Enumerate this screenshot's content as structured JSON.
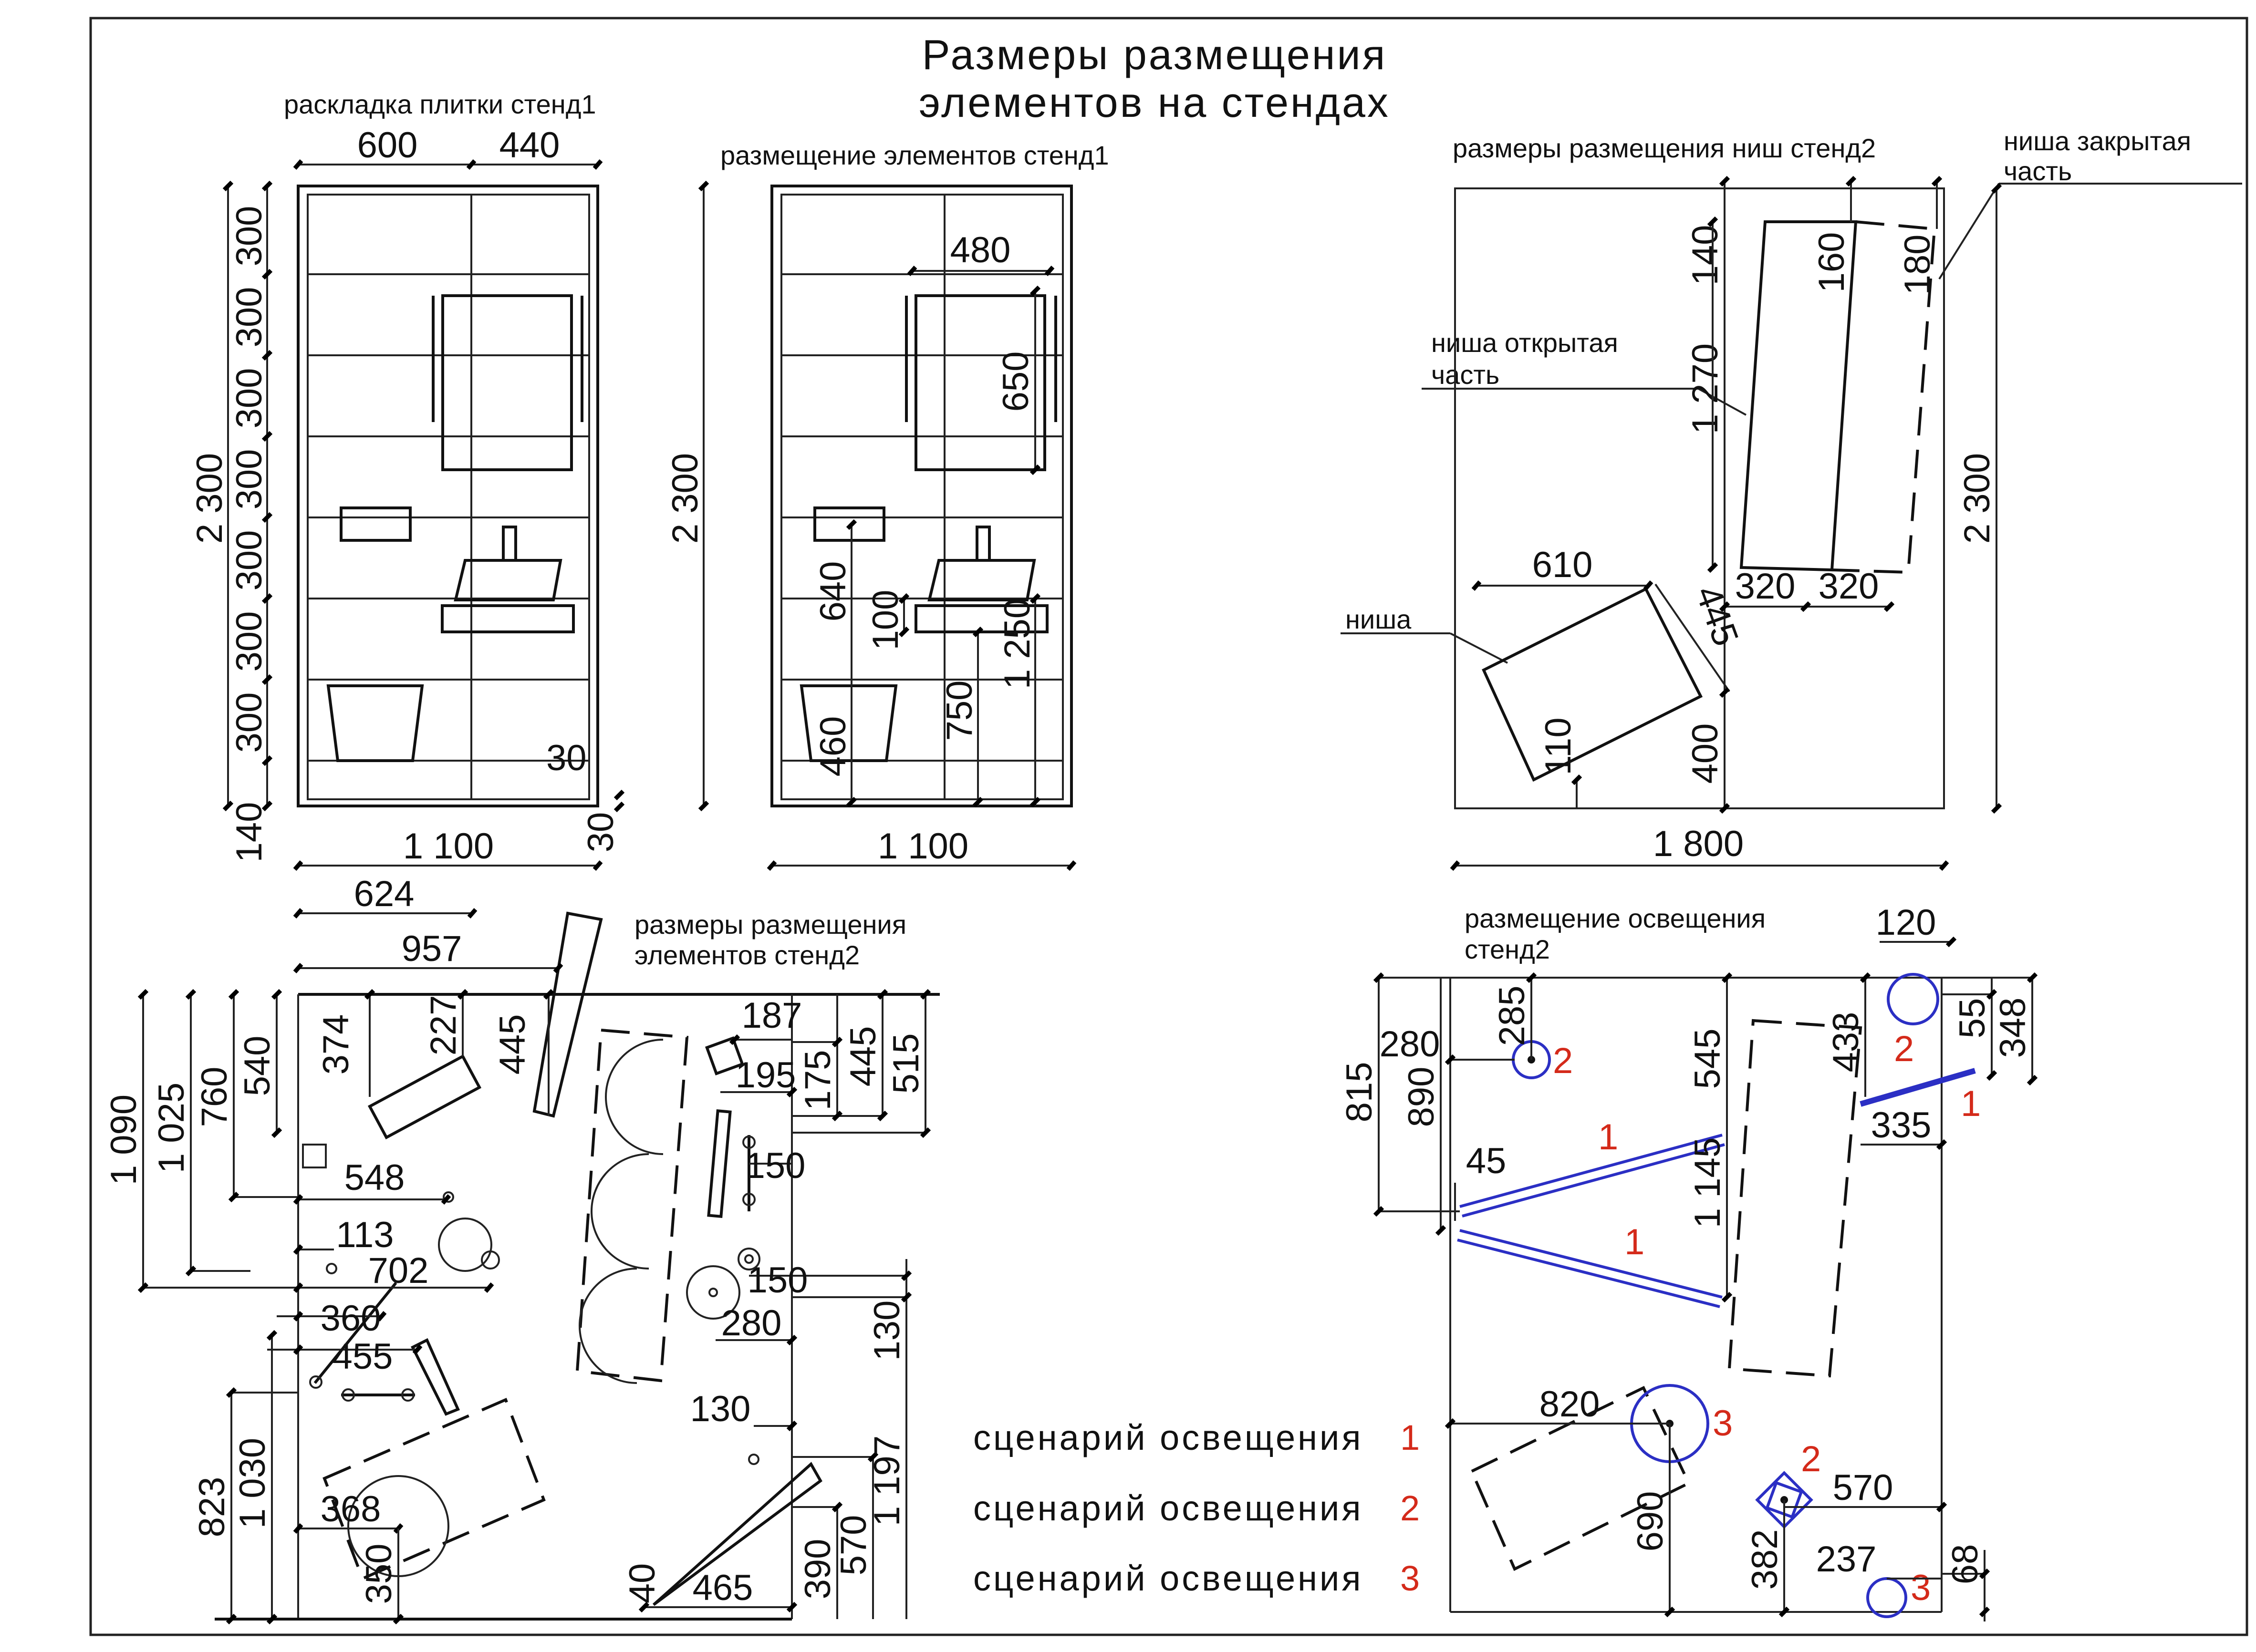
{
  "title": {
    "line1": "Размеры размещения",
    "line2": "элементов на стендах"
  },
  "captions": {
    "tile_layout": "раскладка плитки стенд1",
    "elements_stand1": "размещение элементов стенд1",
    "niches_stand2": "размеры размещения ниш стенд2",
    "niche_closed": [
      "ниша закрытая",
      "часть"
    ],
    "niche_open": [
      "ниша открытая",
      "часть"
    ],
    "niche": "ниша",
    "elements_stand2": [
      "размеры размещения",
      "элементов стенд2"
    ],
    "lighting_stand2": [
      "размещение освещения",
      "стенд2"
    ]
  },
  "legend": [
    {
      "label": "сценарий освещения",
      "number": "1"
    },
    {
      "label": "сценарий освещения",
      "number": "2"
    },
    {
      "label": "сценарий освещения",
      "number": "3"
    }
  ],
  "colors": {
    "dimension": "#111111",
    "lighting_line": "#2b2fc4",
    "scenario_number": "#d42a1a"
  },
  "dims": {
    "d600": "600",
    "d440": "440",
    "d300": "300",
    "d2300": "2 300",
    "d140": "140",
    "d30": "30",
    "d1100": "1 100",
    "d480": "480",
    "d650": "650",
    "d640": "640",
    "d100": "100",
    "d1250": "1 250",
    "d750": "750",
    "d460": "460",
    "d180": "180",
    "d160": "160",
    "d1270": "1 270",
    "d610": "610",
    "d445": "445",
    "d320": "320",
    "d110": "110",
    "d400": "400",
    "d1800": "1 800",
    "d624": "624",
    "d957": "957",
    "d1090": "1 090",
    "d1025": "1 025",
    "d760": "760",
    "d540": "540",
    "d374": "374",
    "d227": "227",
    "d187": "187",
    "d175": "175",
    "d515": "515",
    "d195": "195",
    "d150": "150",
    "d548": "548",
    "d113": "113",
    "d702": "702",
    "d280": "280",
    "d130": "130",
    "d360": "360",
    "d455": "455",
    "d823": "823",
    "d1030": "1 030",
    "d368": "368",
    "d350": "350",
    "d40": "40",
    "d465": "465",
    "d390": "390",
    "d570": "570",
    "d1197": "1 197",
    "d120": "120",
    "d285": "285",
    "d815": "815",
    "d890": "890",
    "d545": "545",
    "d433": "433",
    "d55": "55",
    "d348": "348",
    "d335": "335",
    "d45": "45",
    "d1145": "1 145",
    "d820": "820",
    "d690": "690",
    "d382": "382",
    "d237": "237",
    "d68": "68"
  },
  "fixture_labels": {
    "s1": "1",
    "s2": "2",
    "s3": "3"
  }
}
